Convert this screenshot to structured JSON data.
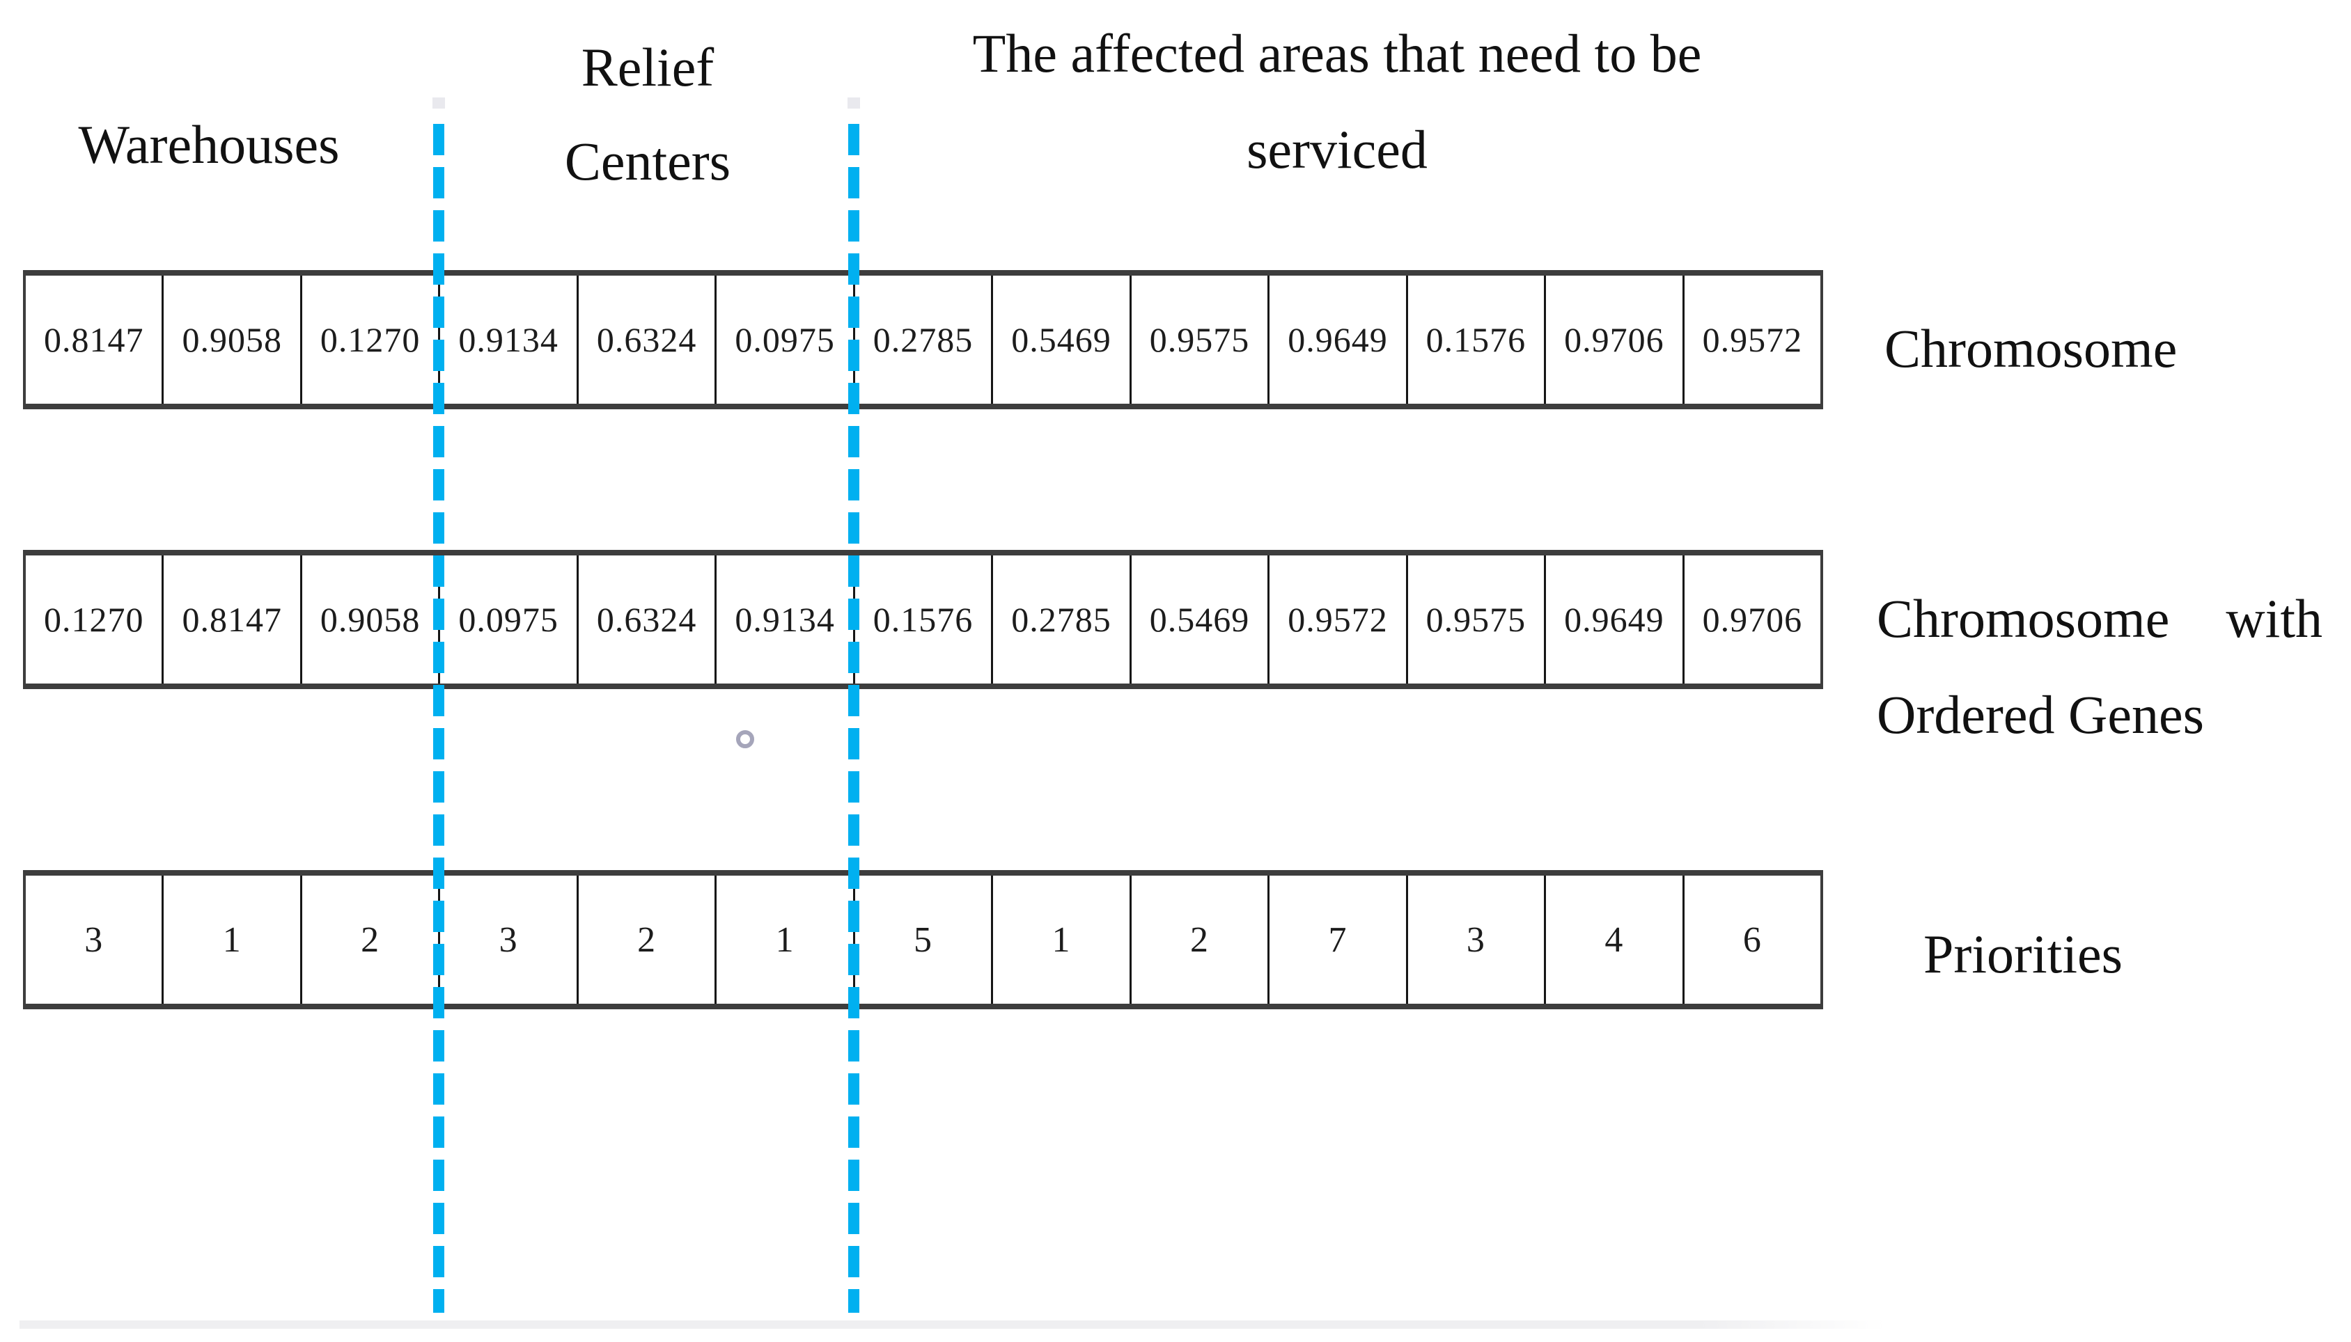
{
  "figure": {
    "region_labels": {
      "warehouses": "Warehouses",
      "relief_line1": "Relief",
      "relief_line2": "Centers",
      "affected_line1": "The affected areas that need to be",
      "affected_line2": "serviced"
    },
    "rows": [
      {
        "label": "Chromosome",
        "values": [
          "0.8147",
          "0.9058",
          "0.1270",
          "0.9134",
          "0.6324",
          "0.0975",
          "0.2785",
          "0.5469",
          "0.9575",
          "0.9649",
          "0.1576",
          "0.9706",
          "0.9572"
        ]
      },
      {
        "label_line1_word1": "Chromosome",
        "label_line1_word2": "with",
        "label_line2": "Ordered Genes",
        "values": [
          "0.1270",
          "0.8147",
          "0.9058",
          "0.0975",
          "0.6324",
          "0.9134",
          "0.1576",
          "0.2785",
          "0.5469",
          "0.9572",
          "0.9575",
          "0.9649",
          "0.9706"
        ]
      },
      {
        "label": "Priorities",
        "values": [
          "3",
          "1",
          "2",
          "3",
          "2",
          "1",
          "5",
          "1",
          "2",
          "7",
          "3",
          "4",
          "6"
        ]
      }
    ],
    "segments": {
      "warehouse_genes": 3,
      "relief_center_genes": 3,
      "affected_area_genes": 7
    },
    "colors": {
      "dashed_divider": "#00b0f0",
      "row_border": "#3d3d3d",
      "text": "#111111"
    }
  }
}
